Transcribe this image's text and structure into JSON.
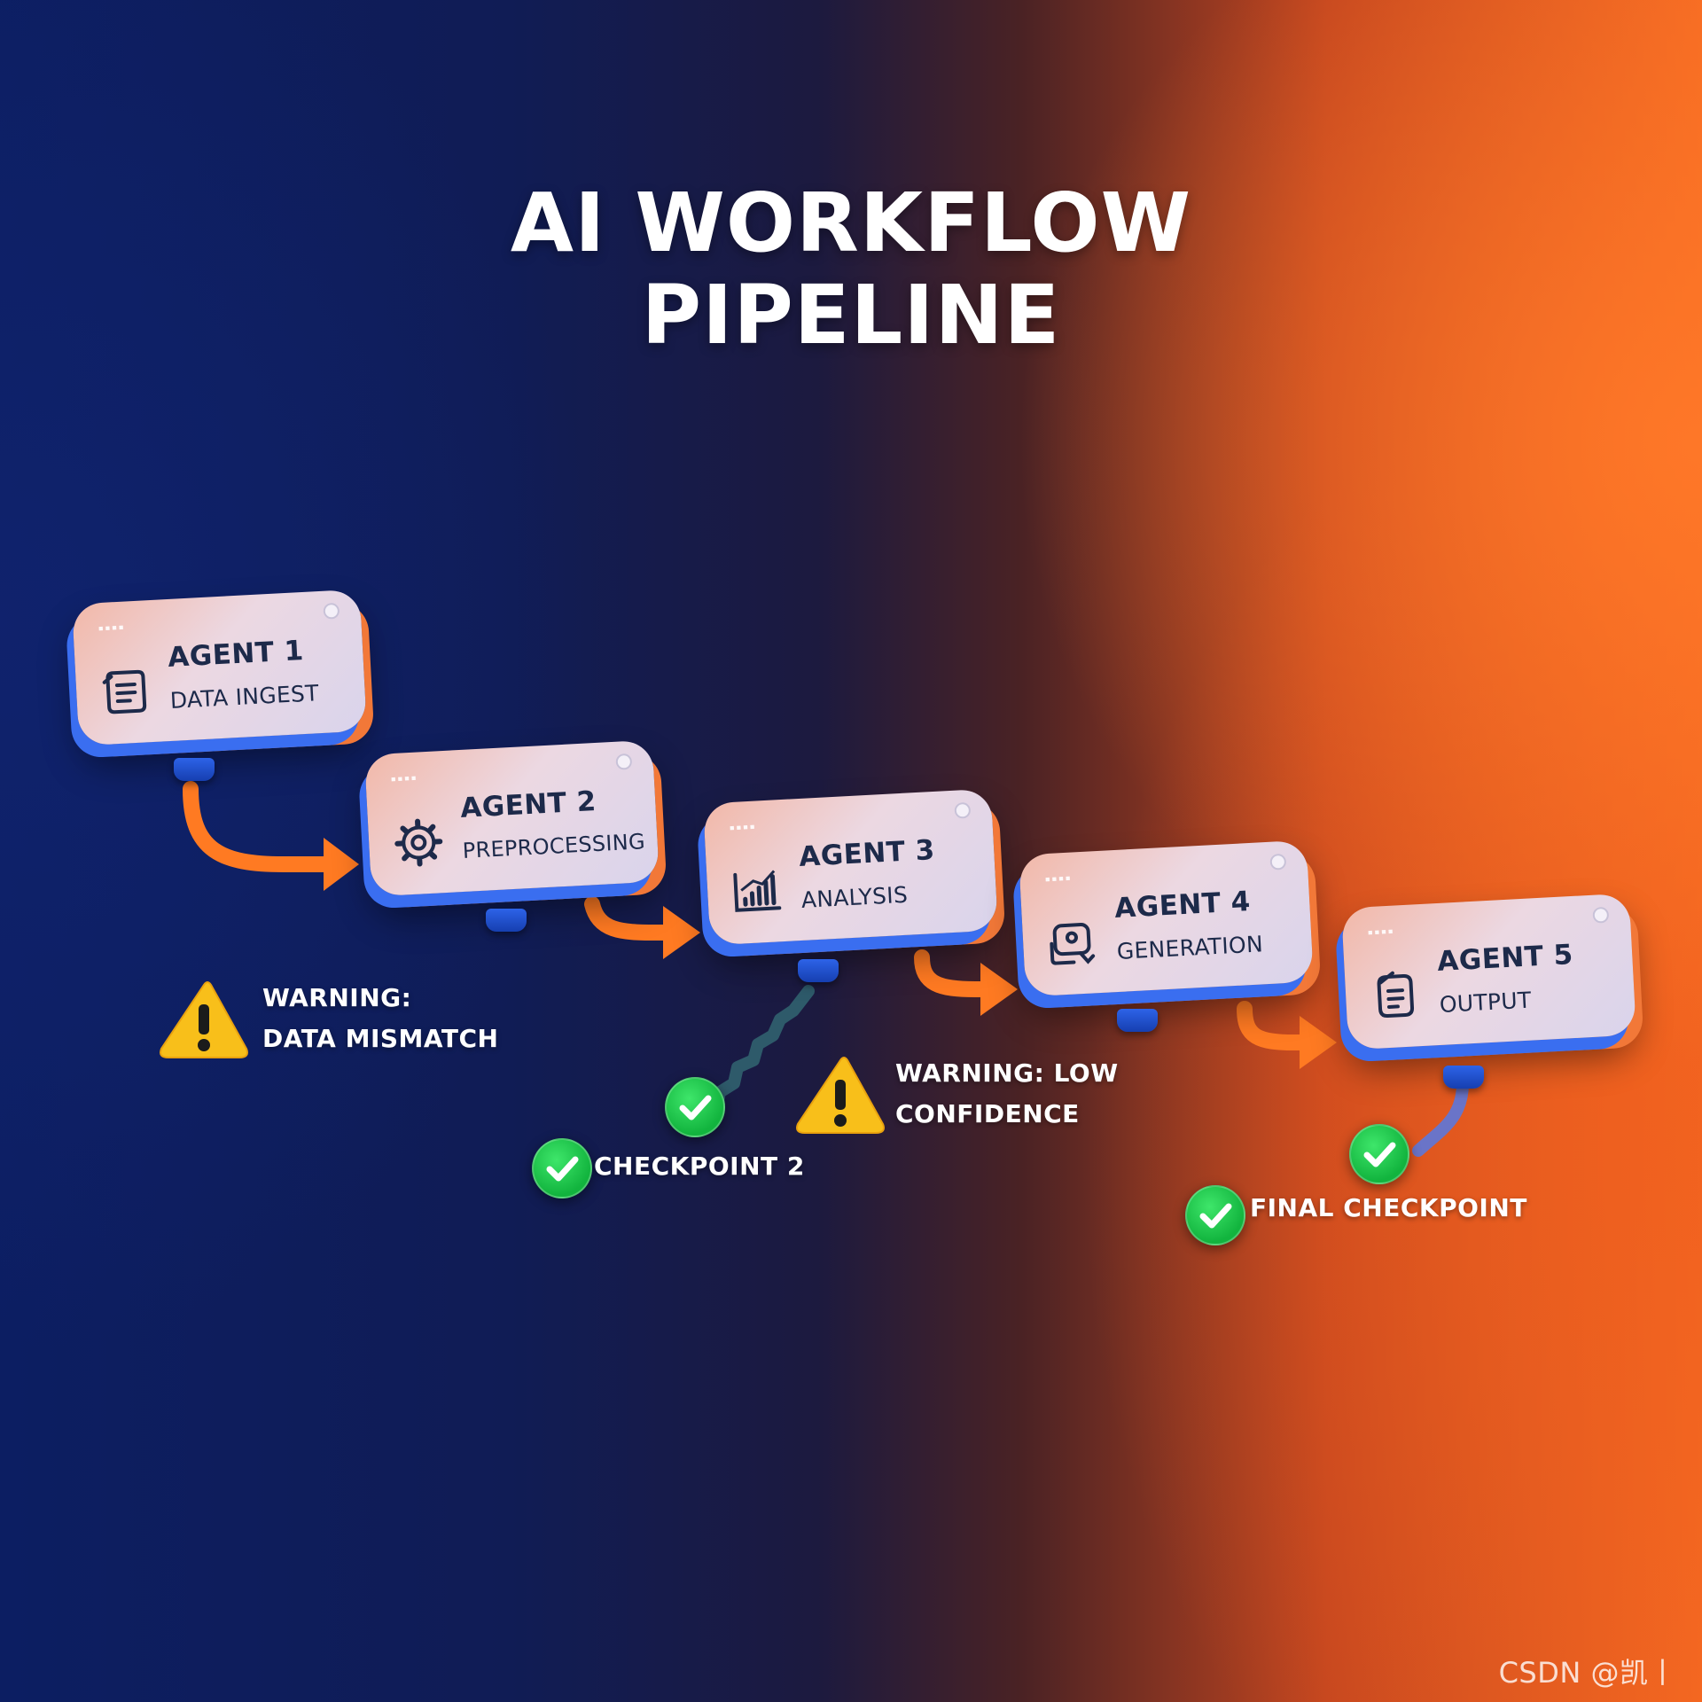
{
  "title": {
    "line1": "AI WORKFLOW",
    "line2": "PIPELINE"
  },
  "agents": [
    {
      "name": "AGENT 1",
      "role": "DATA INGEST",
      "icon": "document-chat-icon",
      "badge": "▪▪▪▪"
    },
    {
      "name": "AGENT 2",
      "role": "PREPROCESSING",
      "icon": "gear-icon",
      "badge": "▪▪▪▪"
    },
    {
      "name": "AGENT 3",
      "role": "ANALYSIS",
      "icon": "bar-chart-icon",
      "badge": "▪▪▪▪"
    },
    {
      "name": "AGENT 4",
      "role": "GENERATION",
      "icon": "robot-generation-icon",
      "badge": "▪▪▪▪"
    },
    {
      "name": "AGENT 5",
      "role": "OUTPUT",
      "icon": "output-document-icon",
      "badge": "▪▪▪▪"
    }
  ],
  "warnings": [
    {
      "line1": "WARNING:",
      "line2": "DATA MISMATCH"
    },
    {
      "line1": "WARNING: LOW",
      "line2": "CONFIDENCE"
    }
  ],
  "checkpoints": [
    {
      "label": "CHECKPOINT 2"
    },
    {
      "label": "FINAL CHECKPOINT"
    }
  ],
  "watermark": "CSDN @凯丨",
  "colors": {
    "arrow": "#ff7a22",
    "check": "#16c445",
    "warning": "#f8bf1a",
    "card_text": "#1d2a4a",
    "accent_blue": "#3a6ef0",
    "accent_orange": "#f27838"
  }
}
